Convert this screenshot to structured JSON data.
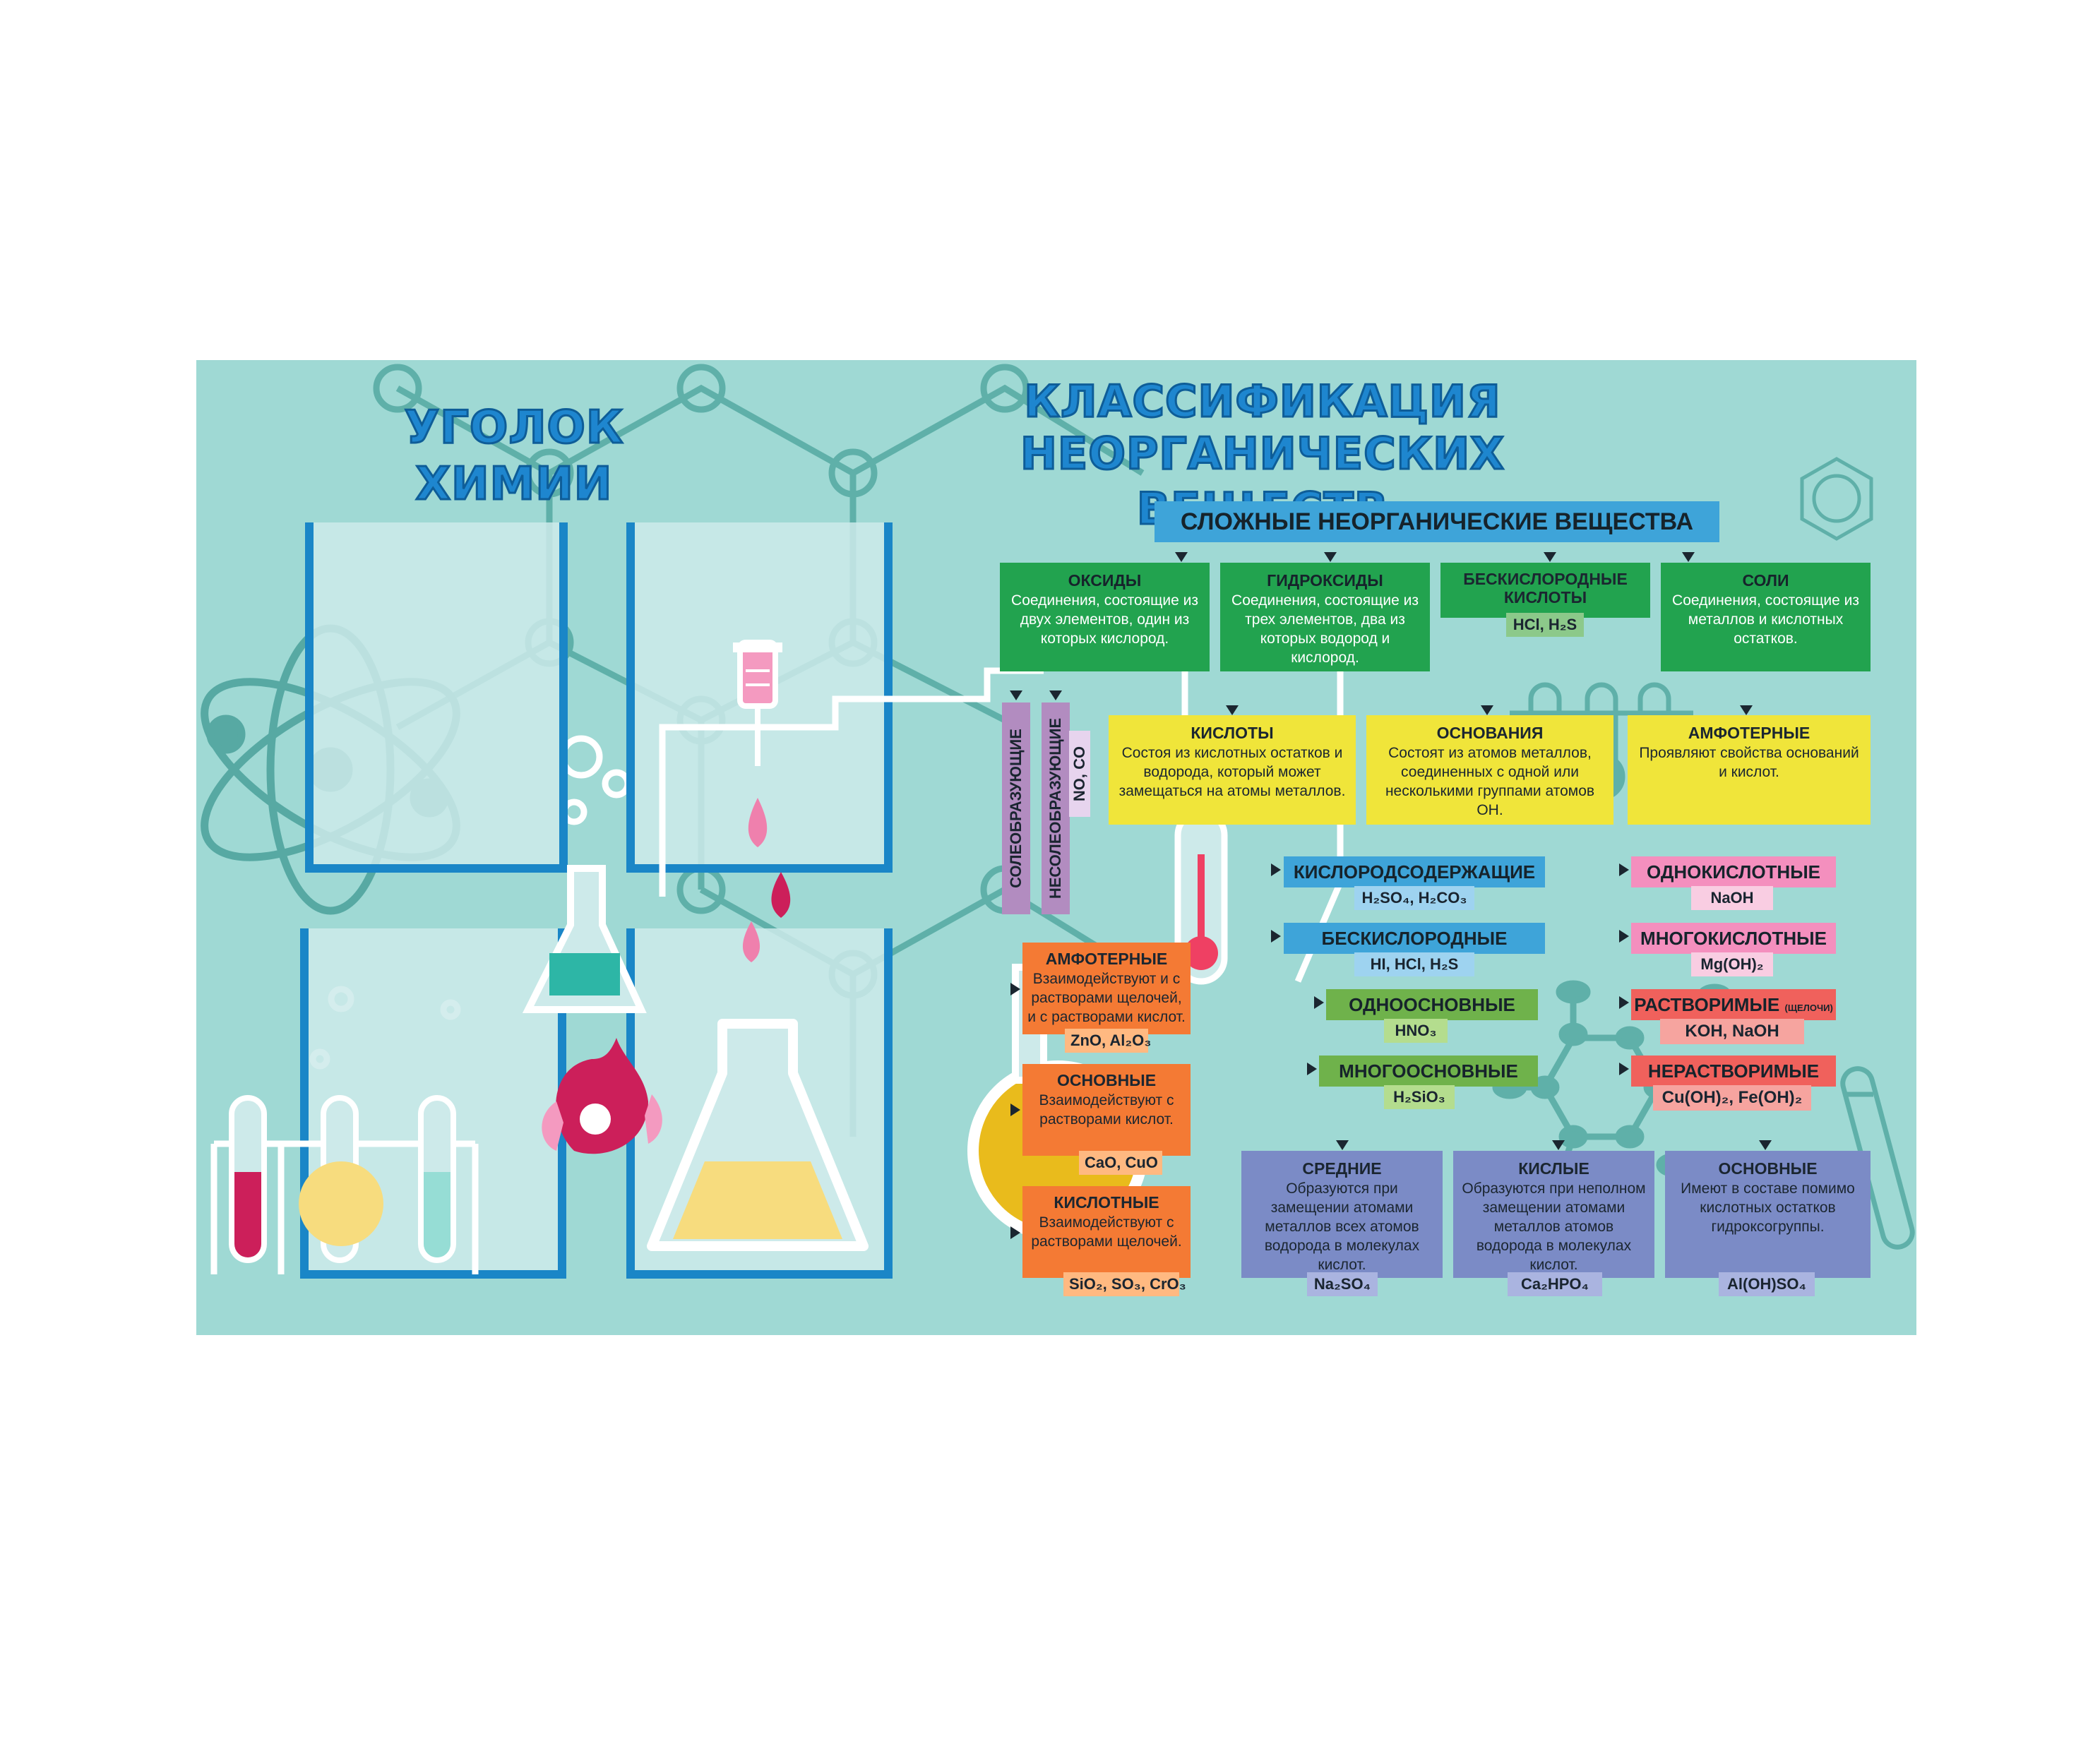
{
  "poster": {
    "left_title": "УГОЛОК ХИМИИ",
    "right_title_line1": "КЛАССИФИКАЦИЯ",
    "right_title_line2": "НЕОРГАНИЧЕСКИХ ВЕЩЕСТВ",
    "root_label": "СЛОЖНЫЕ НЕОРГАНИЧЕСКИЕ ВЕЩЕСТВА",
    "colors": {
      "background": "#9fd9d4",
      "title": "#1e86cf",
      "frame": "#1a86c7"
    }
  },
  "classes": {
    "oxides": {
      "title": "ОКСИДЫ",
      "desc": "Соединения, состоящие из двух элементов, один из которых кислород."
    },
    "hydroxides": {
      "title": "ГИДРОКСИДЫ",
      "desc": "Соединения, состоящие из трех элементов, два из которых водород и кислород."
    },
    "oxygenfree_acids": {
      "title": "БЕСКИСЛОРОДНЫЕ КИСЛОТЫ",
      "formula": "HCl, H₂S"
    },
    "salts": {
      "title": "СОЛИ",
      "desc": "Соединения, состоящие из металлов и кислотных остатков."
    }
  },
  "oxide_types": {
    "salt_forming": "СОЛЕОБРАЗУЮЩИЕ",
    "non_salt_forming": "НЕСОЛЕОБРАЗУЮЩИЕ",
    "non_salt_forming_formula": "NO, CO",
    "amphoteric": {
      "title": "АМФОТЕРНЫЕ",
      "desc": "Взаимодействуют и с растворами щелочей, и с растворами кислот.",
      "formula": "ZnO, Al₂O₃"
    },
    "basic": {
      "title": "ОСНОВНЫЕ",
      "desc": "Взаимодействуют с растворами кислот.",
      "formula": "CaO, CuO"
    },
    "acidic": {
      "title": "КИСЛОТНЫЕ",
      "desc": "Взаимодействуют с растворами щелочей.",
      "formula": "SiO₂, SO₃, CrO₃"
    }
  },
  "hydroxide_types": {
    "acids": {
      "title": "КИСЛОТЫ",
      "desc": "Состоя из кислотных остатков и водорода, который может замещаться на атомы металлов."
    },
    "bases": {
      "title": "ОСНОВАНИЯ",
      "desc": "Состоят из атомов металлов, соединенных с одной или несколькими группами атомов ОН."
    },
    "amphoteric": {
      "title": "АМФОТЕРНЫЕ",
      "desc": "Проявляют свойства оснований и кислот."
    }
  },
  "acid_types": {
    "oxygen_containing": {
      "title": "КИСЛОРОДСОДЕРЖАЩИЕ",
      "formula": "H₂SO₄, H₂CO₃"
    },
    "oxygen_free": {
      "title": "БЕСКИСЛОРОДНЫЕ",
      "formula": "HI, HCl, H₂S"
    },
    "monobasic": {
      "title": "ОДНООСНОВНЫЕ",
      "formula": "HNO₃"
    },
    "polybasic": {
      "title": "МНОГООСНОВНЫЕ",
      "formula": "H₂SiO₃"
    }
  },
  "base_types": {
    "monoacid": {
      "title": "ОДНОКИСЛОТНЫЕ",
      "formula": "NaOH"
    },
    "polyacid": {
      "title": "МНОГОКИСЛОТНЫЕ",
      "formula": "Mg(OH)₂"
    },
    "soluble": {
      "title": "РАСТВОРИМЫЕ",
      "note": "(ЩЕЛОЧИ)",
      "formula": "KOH, NaOH"
    },
    "insoluble": {
      "title": "НЕРАСТВОРИМЫЕ",
      "formula": "Cu(OH)₂, Fe(OH)₂"
    }
  },
  "salt_types": {
    "normal": {
      "title": "СРЕДНИЕ",
      "desc": "Образуются при замещении атомами металлов всех атомов водорода в молекулах кислот.",
      "formula": "Na₂SO₄"
    },
    "acidic": {
      "title": "КИСЛЫЕ",
      "desc": "Образуются при неполном замещении атомами металлов атомов водорода в молекулах кислот.",
      "formula": "Ca₂HPO₄"
    },
    "basic": {
      "title": "ОСНОВНЫЕ",
      "desc": "Имеют в составе помимо кислотных остатков гидроксогруппы.",
      "formula": "Al(OH)SO₄"
    }
  },
  "icons": [
    "atom-icon",
    "benzene-icon",
    "test-tube-icon",
    "flask-icon",
    "flame-icon",
    "thermometer-icon",
    "pipette-icon",
    "molecule-icon"
  ]
}
